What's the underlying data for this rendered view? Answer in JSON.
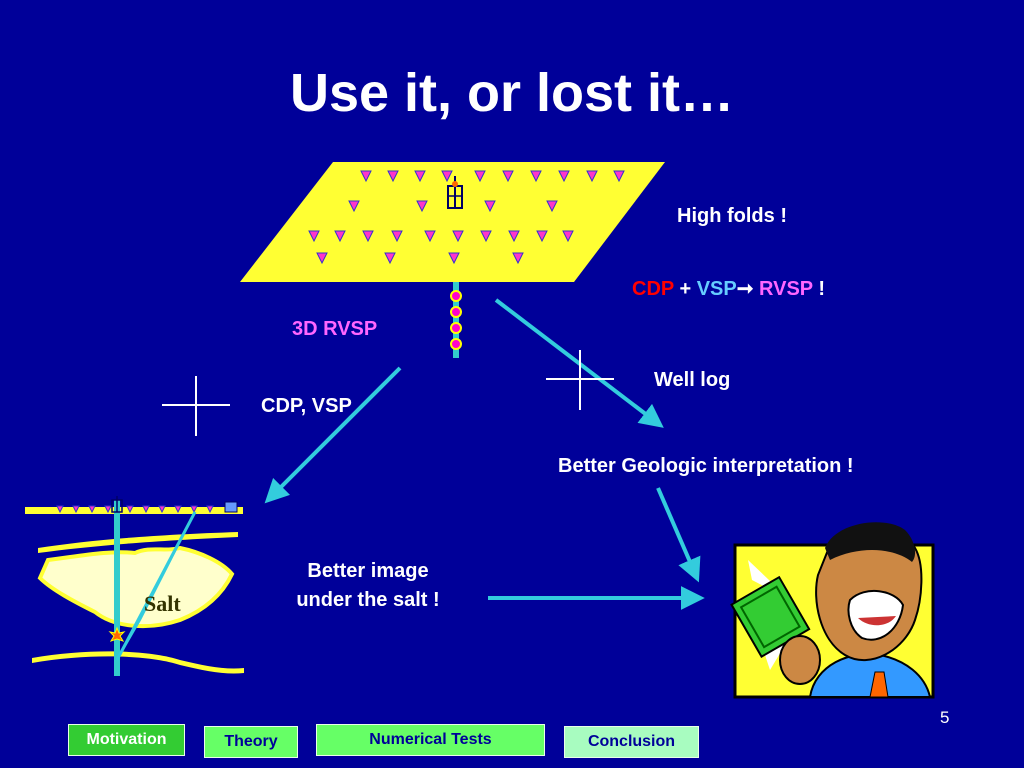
{
  "slide": {
    "title": "Use it, or lost it…",
    "page_number": "5"
  },
  "labels": {
    "high_folds": "High folds !",
    "rvsp_3d": "3D  RVSP",
    "cdp_vsp": "CDP, VSP",
    "well_log": "Well log",
    "better_geologic": "Better Geologic interpretation !",
    "better_image_line1": "Better image",
    "better_image_line2": "under the salt !",
    "salt": "Salt"
  },
  "equation": {
    "cdp": "CDP",
    "plus": "+",
    "vsp": "VSP",
    "rvsp": "RVSP",
    "bang": "!"
  },
  "colors": {
    "background": "#000099",
    "cdp": "#ff0000",
    "vsp": "#66ccff",
    "rvsp": "#ff66ff",
    "arrow": "#33ccdd",
    "survey_plane": "#ffff33"
  },
  "nav": {
    "motivation": "Motivation",
    "theory": "Theory",
    "numerical_tests": "Numerical Tests",
    "conclusion": "Conclusion"
  },
  "icons": {
    "arrow_right": "arrow-right-icon",
    "receiver": "receiver-triangle-icon",
    "drill_rig": "drill-rig-icon",
    "cross": "cross-icon",
    "happy_man": "happy-man-clipart"
  }
}
